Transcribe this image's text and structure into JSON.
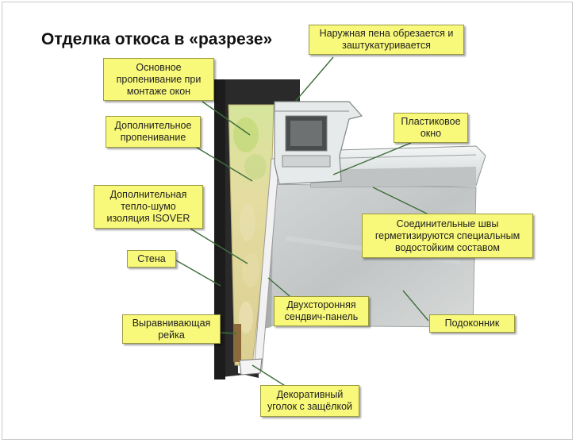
{
  "title": "Отделка откоса в «разрезе»",
  "colors": {
    "label_fill": "#f8f87a",
    "label_border": "#9a9a40",
    "leader_line": "#3d6f3a",
    "wall": "#2a2a2a",
    "insulation": "#e1d79a",
    "foam": "#b9d46a",
    "pvc": "#e9ecec",
    "sill": "#c4c7c7"
  },
  "labels": {
    "outer_foam": "Наружная пена обрезается и\nзаштукатуривается",
    "main_foam": "Основное\nпропенивание при\nмонтаже окон",
    "extra_foam": "Дополнительное\nпропенивание",
    "plastic_window": "Пластиковое\nокно",
    "isover": "Дополнительная\nтепло-шумо\nизоляция ISOVER",
    "joints": "Соединительные швы\nгерметизируются специальным\nводостойким составом",
    "wall": "Стена",
    "sandwich": "Двухсторонняя\nсендвич-панель",
    "batten": "Выравнивающая\nрейка",
    "sill": "Подоконник",
    "corner": "Декоративный\nуголок с защёлкой"
  }
}
